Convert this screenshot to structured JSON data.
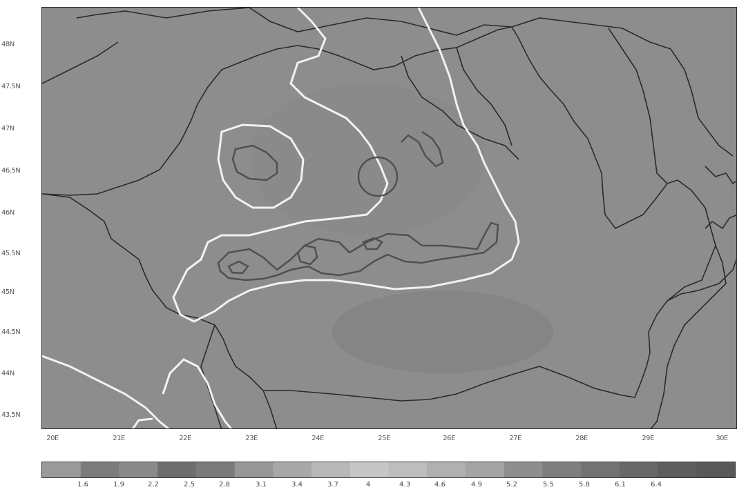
{
  "map": {
    "lat_labels": [
      "48N",
      "47.5N",
      "47N",
      "46.5N",
      "46N",
      "45.5N",
      "45N",
      "44.5N",
      "44N",
      "43.5N"
    ],
    "lon_labels": [
      "20E",
      "21E",
      "22E",
      "23E",
      "24E",
      "25E",
      "26E",
      "27E",
      "28E",
      "29E",
      "30E"
    ],
    "colors": {
      "background": "#8d8d8d",
      "border_lines": "#2a2a2a",
      "contour_white": "#f2f2f2",
      "contour_dark": "#505050"
    }
  },
  "colorbar": {
    "labels": [
      "1.6",
      "1.9",
      "2.2",
      "2.5",
      "2.8",
      "3.1",
      "3.4",
      "3.7",
      "4",
      "4.3",
      "4.6",
      "4.9",
      "5.2",
      "5.5",
      "5.8",
      "6.1",
      "6.4"
    ],
    "colors": [
      "#9a9a9a",
      "#7c7c7c",
      "#8a8a8a",
      "#6e6e6e",
      "#7a7a7a",
      "#969696",
      "#a8a8a8",
      "#b8b8b8",
      "#c6c6c6",
      "#bdbdbd",
      "#b0b0b0",
      "#a4a4a4",
      "#8e8e8e",
      "#7e7e7e",
      "#727272",
      "#686868",
      "#5e5e5e",
      "#585858"
    ]
  }
}
